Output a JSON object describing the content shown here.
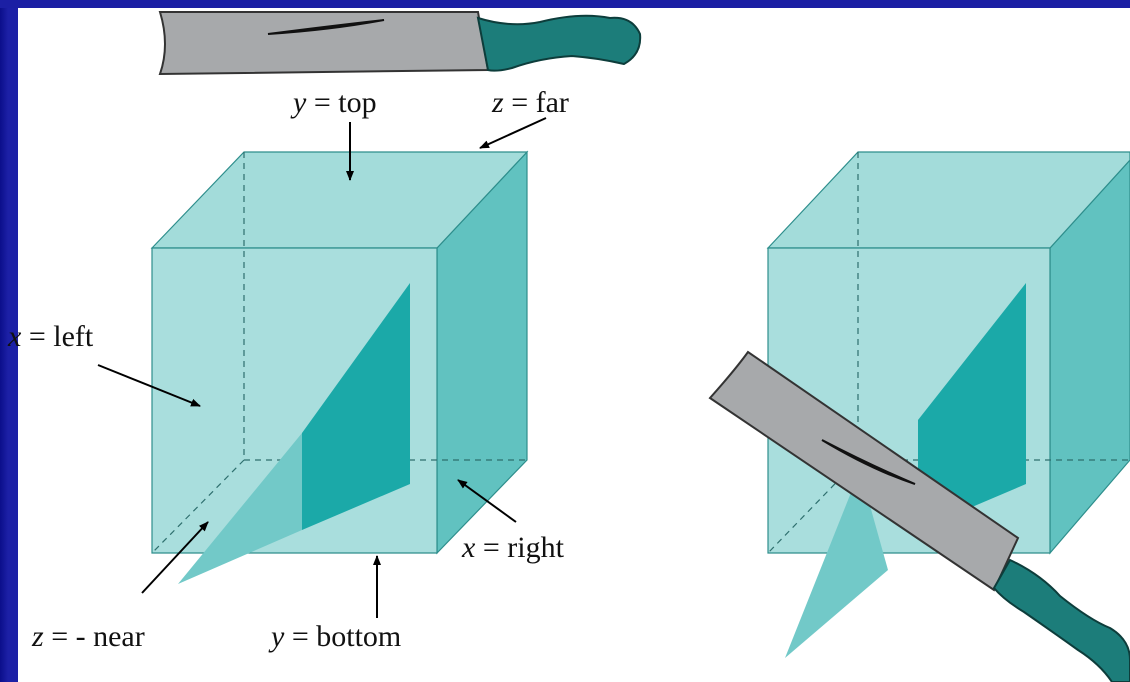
{
  "labels": {
    "y_top": {
      "var": "y",
      "text": "= top"
    },
    "z_far": {
      "var": "z",
      "text": "= far"
    },
    "x_left": {
      "var": "x",
      "text": "= left"
    },
    "x_right": {
      "var": "x",
      "text": "= right"
    },
    "z_near": {
      "var": "z",
      "text": "= - near"
    },
    "y_bottom": {
      "var": "y",
      "text": "= bottom"
    }
  },
  "colors": {
    "frame": "#1c20a6",
    "background": "#ffffff",
    "cube_front": "#a9dedd",
    "cube_top": "#a3dcda",
    "cube_right": "#61c2c0",
    "clip_polygon": "#1ba9a8",
    "clip_triangle": "#72c9c8",
    "cube_edge": "#2e8e8c",
    "blade": "#a7a9ab",
    "handle": "#1c7d7a"
  },
  "icons": {
    "knife_top": "cleaver-knife-icon",
    "knife_right": "cleaver-knife-icon"
  }
}
